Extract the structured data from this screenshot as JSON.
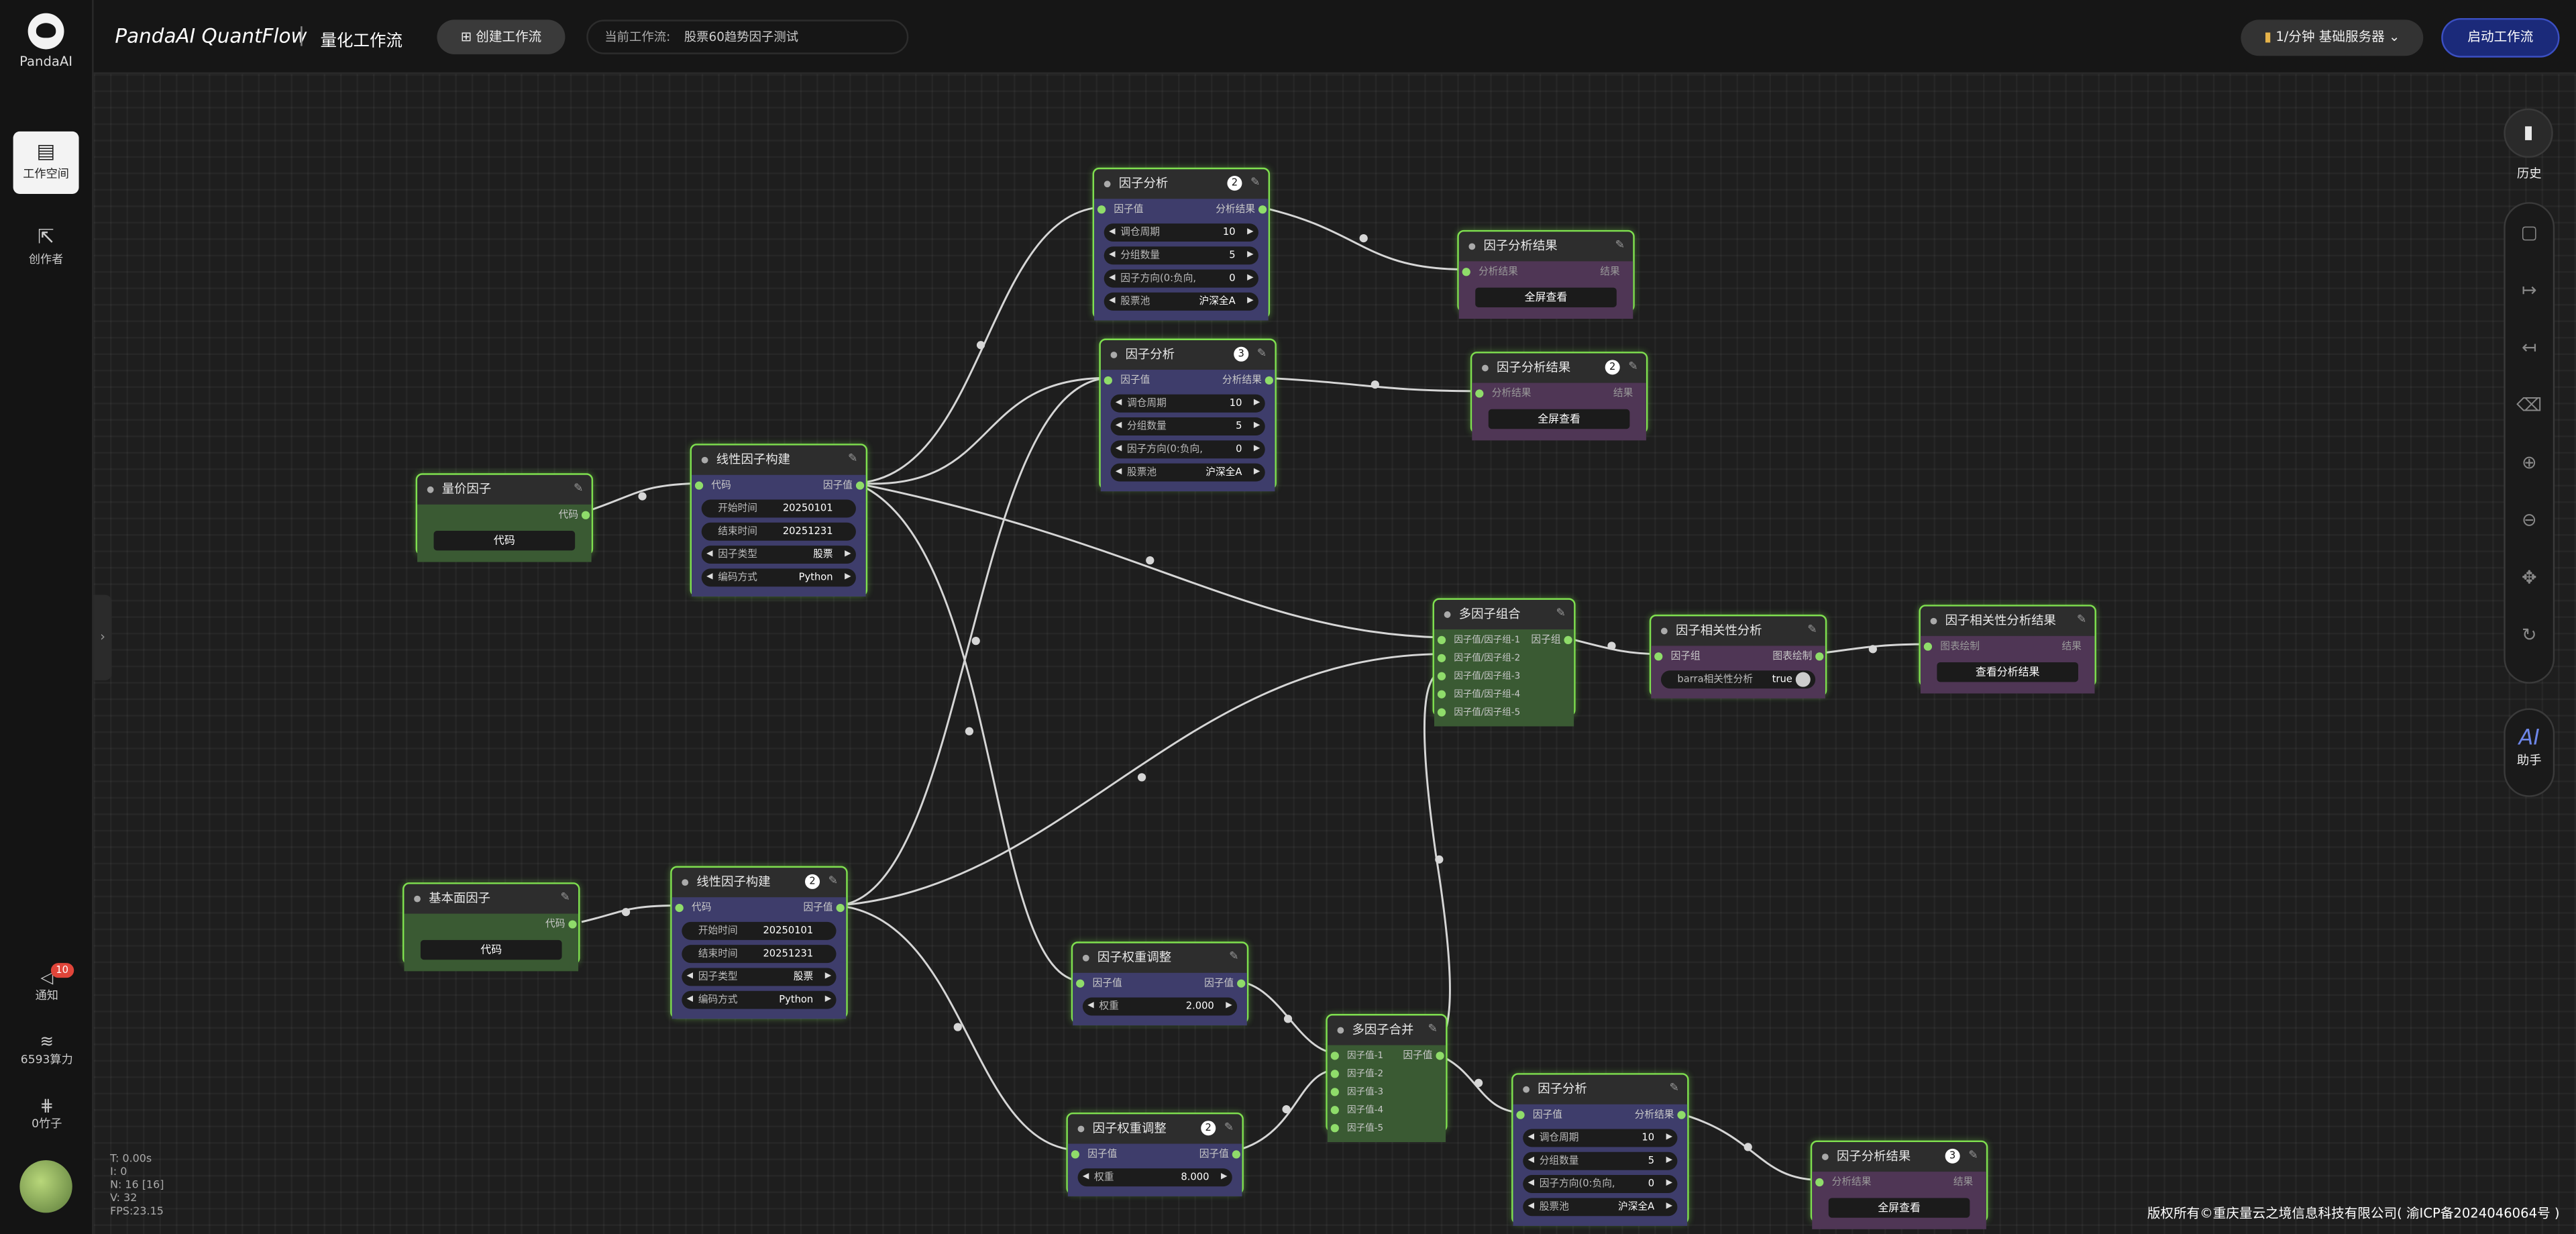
{
  "app": {
    "brand": "PandaAI QuantFlow",
    "logo_text": "PandaAI",
    "section": "量化工作流",
    "create_btn": "创建工作流",
    "current_label": "当前工作流:",
    "current_name": "股票60趋势因子测试",
    "server": "1/分钟  基础服务器",
    "start_btn": "启动工作流"
  },
  "sidebar": {
    "workspace": "工作空间",
    "creator": "创作者",
    "notify": "通知",
    "notify_count": "10",
    "compute": "6593算力",
    "bamboo": "0竹子"
  },
  "right": {
    "history": "历史",
    "assistant": "助手",
    "ai": "AI"
  },
  "stats": {
    "t": "T: 0.00s",
    "i": "I: 0",
    "n": "N: 16 [16]",
    "v": "V: 32",
    "fps": "FPS:23.15"
  },
  "footer": "版权所有©重庆量云之境信息科技有限公司( 渝ICP备2024046064号 )",
  "labels": {
    "factor_value": "因子值",
    "analysis_result": "分析结果",
    "code": "代码",
    "result": "结果",
    "chart_draw": "图表绘制",
    "factor_group": "因子组",
    "full_view": "全屏查看",
    "view_corr": "查看分析结果",
    "weight": "权重",
    "period": "调仓周期",
    "groups": "分组数量",
    "direction": "因子方向(0:负向,",
    "pool": "股票池",
    "start": "开始时间",
    "end": "结束时间",
    "ftype": "因子类型",
    "enc": "编码方式",
    "barra": "barra相关性分析",
    "true": "true"
  },
  "values": {
    "period": "10",
    "groups": "5",
    "dir": "0",
    "pool": "沪深全A",
    "start": "20250101",
    "end": "20251231",
    "ftype": "股票",
    "enc": "Python",
    "w1": "2.000",
    "w2": "8.000"
  },
  "nodes": {
    "price": "量价因子",
    "fundamental": "基本面因子",
    "linear": "线性因子构建",
    "fa": "因子分析",
    "far": "因子分析结果",
    "multi": "多因子组合",
    "corr": "因子相关性分析",
    "corr_res": "因子相关性分析结果",
    "weight": "因子权重调整",
    "merge": "多因子合并"
  },
  "multi_inputs": [
    "因子值/因子组-1",
    "因子值/因子组-2",
    "因子值/因子组-3",
    "因子值/因子组-4",
    "因子值/因子组-5"
  ],
  "merge_inputs": [
    "因子值-1",
    "因子值-2",
    "因子值-3",
    "因子值-4",
    "因子值-5"
  ],
  "counts": {
    "fa1": "2",
    "fa2": "3",
    "far2": "2",
    "lin2": "2",
    "w2": "2",
    "far3": "3"
  }
}
